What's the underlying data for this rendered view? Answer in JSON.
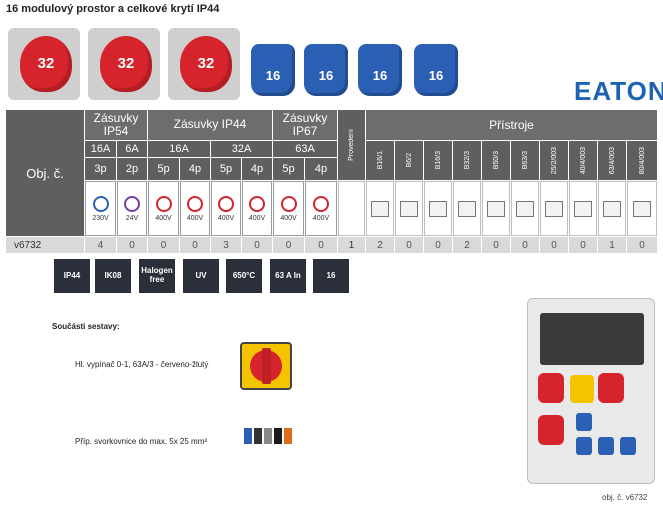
{
  "title": "16 modulový prostor a celkové krytí IP44",
  "top_sockets": [
    {
      "label": "32",
      "color": "#d5242b"
    },
    {
      "label": "32",
      "color": "#d5242b"
    },
    {
      "label": "32",
      "color": "#d5242b"
    },
    {
      "label": "16",
      "color": "#2b5fb4"
    },
    {
      "label": "16",
      "color": "#2b5fb4"
    },
    {
      "label": "16",
      "color": "#2b5fb4"
    },
    {
      "label": "16",
      "color": "#2b5fb4"
    }
  ],
  "brand": "EATON",
  "table": {
    "obj_label": "Obj. č.",
    "groups": [
      {
        "label": "Zásuvky IP54"
      },
      {
        "label": "Zásuvky IP44"
      },
      {
        "label": "Zásuvky IP67"
      }
    ],
    "proveden_label": "Provedení",
    "pristroje_label": "Přístroje",
    "amps": [
      "16A",
      "6A",
      "16A",
      "32A",
      "63A"
    ],
    "poles": [
      "3p",
      "2p",
      "5p",
      "4p",
      "5p",
      "4p",
      "5p",
      "4p"
    ],
    "voltages": [
      "230V",
      "24V",
      "400V",
      "400V",
      "400V",
      "400V",
      "400V",
      "400V"
    ],
    "devices": [
      "B16/1",
      "B6/2",
      "B16/3",
      "B32/3",
      "B50/3",
      "B63/3",
      "25/2/003",
      "40/4/003",
      "63/4/003",
      "80/4/003"
    ],
    "row_code": "v6732",
    "socket_values": [
      "4",
      "0",
      "0",
      "0",
      "3",
      "0",
      "0",
      "0"
    ],
    "proveden_value": "1",
    "device_values": [
      "2",
      "0",
      "0",
      "2",
      "0",
      "0",
      "0",
      "0",
      "1",
      "0"
    ]
  },
  "icons": [
    {
      "label": "IP44",
      "name": "ip44-icon"
    },
    {
      "label": "IK08",
      "name": "ik08-icon"
    },
    {
      "label": "Halogen free",
      "name": "halogen-free-icon"
    },
    {
      "label": "UV",
      "name": "uv-icon"
    },
    {
      "label": "650°C",
      "name": "temp-650-icon"
    },
    {
      "label": "63 A In",
      "name": "current-63a-icon"
    },
    {
      "label": "16",
      "name": "modules-16-icon"
    }
  ],
  "soucasti_title": "Součásti sestavy:",
  "components": [
    {
      "label": "Hl. vypínač 0-1, 63A/3 - červeno-žlutý"
    },
    {
      "label": "Příp. svorkovnice do max. 5x 25 mm²"
    }
  ],
  "caption": "obj. č. v6732"
}
